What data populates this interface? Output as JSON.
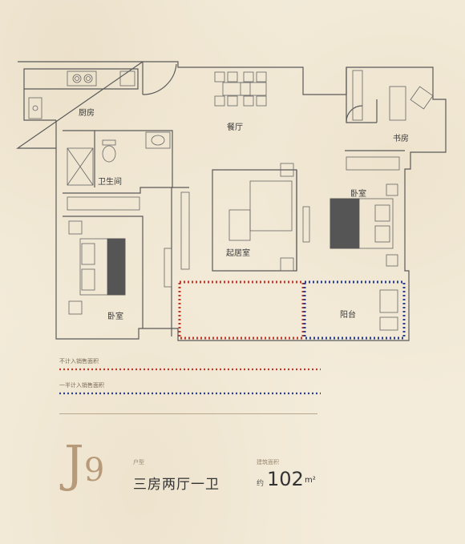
{
  "rooms": {
    "kitchen": "厨房",
    "dining": "餐厅",
    "study": "书房",
    "bathroom": "卫生间",
    "bedroom_right": "卧室",
    "living": "起居室",
    "bedroom_left": "卧室",
    "balcony": "阳台"
  },
  "legend": {
    "not_counted": "不计入销售面积",
    "half_counted": "一半计入销售面积"
  },
  "legend_colors": {
    "not_counted": "#c0392b",
    "half_counted": "#2c3e8f"
  },
  "unit_code": {
    "letter": "J",
    "number": "9"
  },
  "type_label": "户型",
  "type_value": "三房两厅一卫",
  "area_label": "建筑面积",
  "area_prefix": "约",
  "area_value": "102",
  "area_unit": "m²"
}
